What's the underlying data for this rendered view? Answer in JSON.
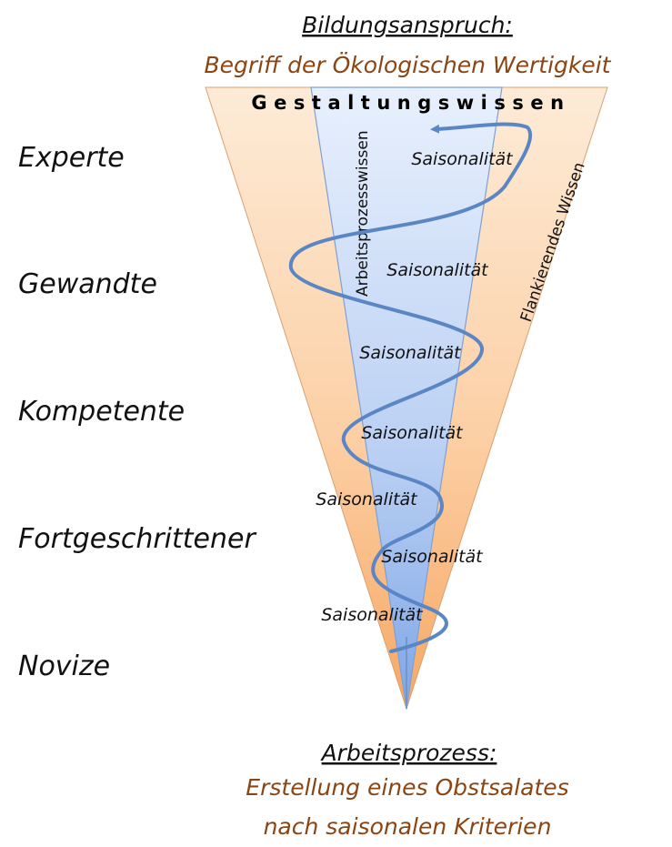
{
  "top_heading": "Bildungsanspruch:",
  "top_subheading": "Begriff der Ökologischen Wertigkeit",
  "funnel_label": "Gestaltungswissen",
  "left_band_label": "Arbeitsprozesswissen",
  "right_band_label": "Flankierendes Wissen",
  "levels": [
    "Experte",
    "Gewandte",
    "Kompetente",
    "Fortgeschrittener",
    "Novize"
  ],
  "spiral_labels": [
    "Saisonalität",
    "Saisonalität",
    "Saisonalität",
    "Saisonalität",
    "Saisonalität",
    "Saisonalität",
    "Saisonalität"
  ],
  "bottom_heading": "Arbeitsprozess:",
  "bottom_line1": "Erstellung eines Obstsalates",
  "bottom_line2": "nach saisonalen Kriterien",
  "colors": {
    "accent_brown": "#8B4513",
    "outer_cone": "#fdd0a8",
    "inner_cone": "#a9c3f0",
    "spiral": "#5b86c5",
    "cone_outline": "#7ea0d3"
  }
}
